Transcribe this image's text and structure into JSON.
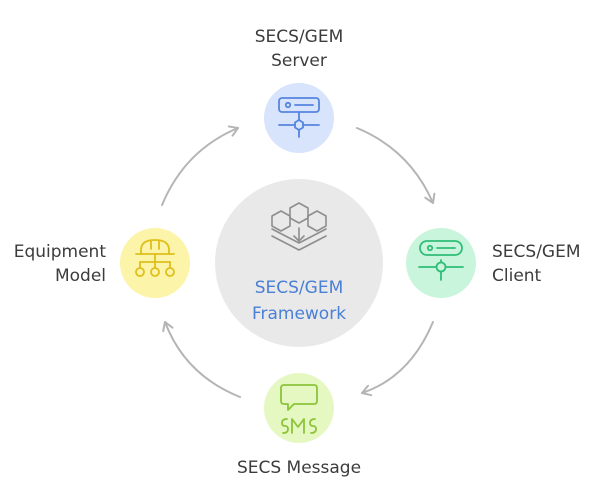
{
  "center": {
    "line1": "SECS/GEM",
    "line2": "Framework",
    "text_color": "#4a7fd6",
    "fill": "#e9e9e9",
    "icon": "layered-hexagon-network-icon"
  },
  "nodes": {
    "server": {
      "line1": "SECS/GEM",
      "line2": "Server",
      "fill": "#d8e4fb",
      "icon_color": "#5585e0",
      "icon": "server-icon"
    },
    "client": {
      "line1": "SECS/GEM",
      "line2": "Client",
      "fill": "#c9f5dc",
      "icon_color": "#2fbe78",
      "icon": "client-device-icon"
    },
    "message": {
      "line1": "SECS Message",
      "fill": "#e6f8c2",
      "icon_color": "#8cc43a",
      "icon": "sms-chat-icon"
    },
    "equipment": {
      "line1": "Equipment",
      "line2": "Model",
      "fill": "#fbf4a9",
      "icon_color": "#e0bf1c",
      "icon": "hard-hat-hierarchy-icon"
    }
  },
  "colors": {
    "arrow": "#b5b5b5",
    "label_text": "#3c3c3c"
  }
}
